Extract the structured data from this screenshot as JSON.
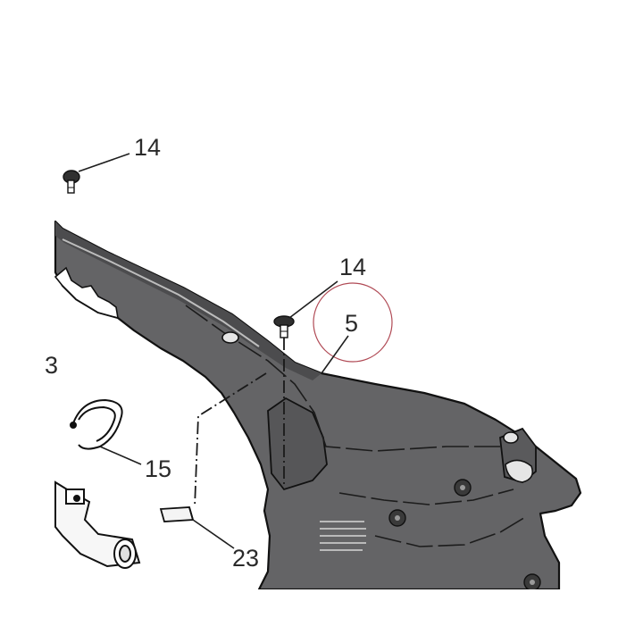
{
  "callouts": {
    "screw_upper_left": "14",
    "screw_center": "14",
    "panel": "5",
    "clamp": "15",
    "clip": "23",
    "cut_off_left": "3"
  },
  "colors": {
    "panel_fill": "#646466",
    "panel_dark": "#4a4a4c",
    "outline": "#111111",
    "highlight_circle": "#b04a55",
    "part_light": "#e9e9e9"
  },
  "icons": {
    "screw": "screw-icon",
    "clamp": "clamp-icon",
    "clip": "clip-icon",
    "push_fastener": "push-fastener-icon"
  }
}
